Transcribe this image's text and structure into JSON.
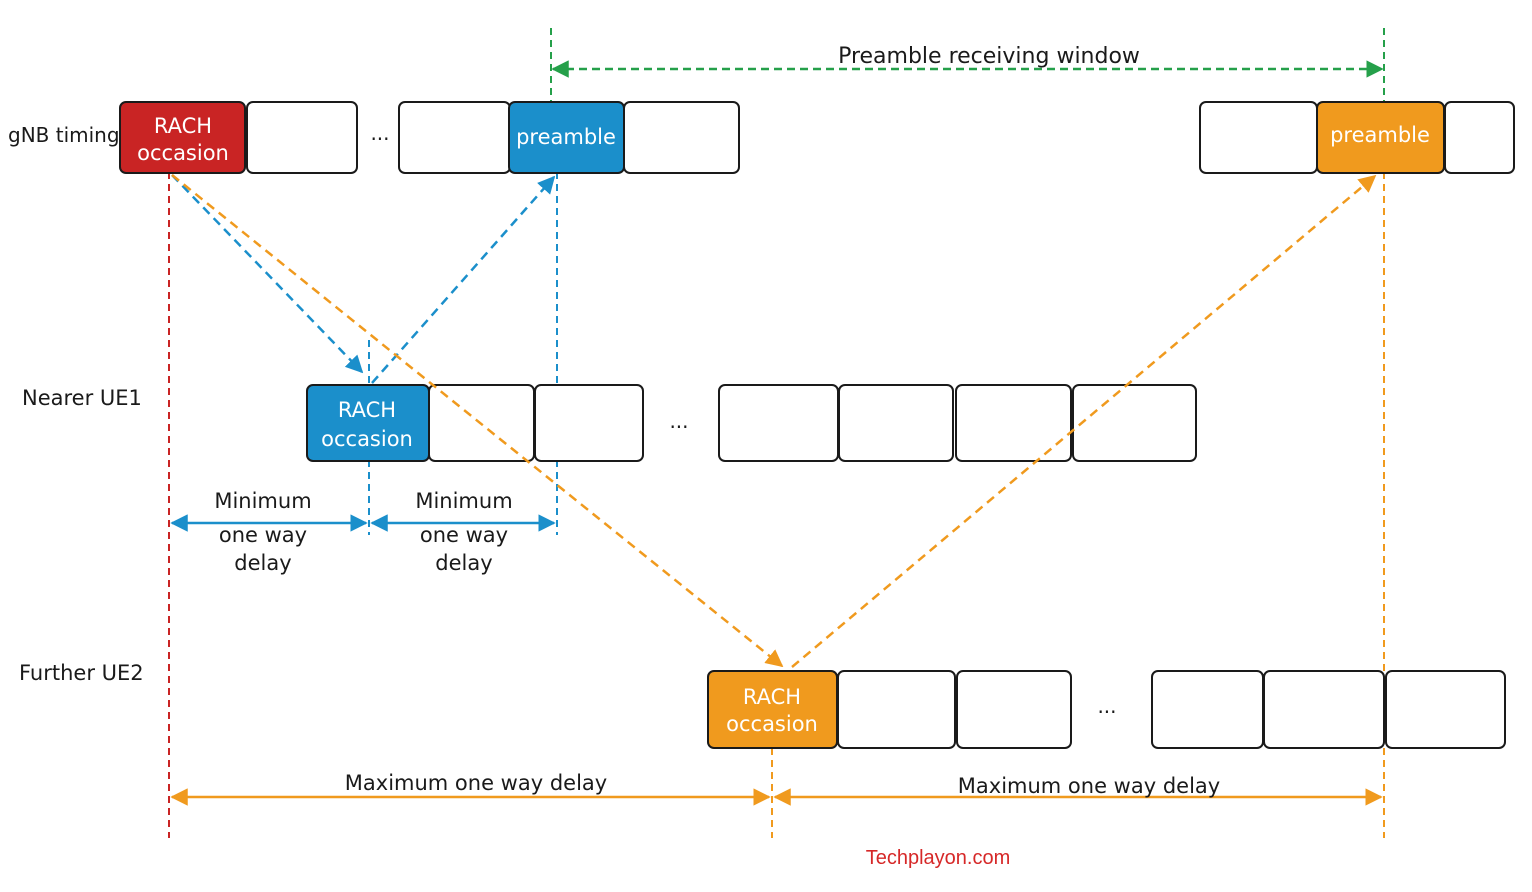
{
  "rows": {
    "gnb": "gNB timing",
    "ue1": "Nearer UE1",
    "ue2": "Further UE2"
  },
  "blocks": {
    "gnb_rach": [
      "RACH",
      "occasion"
    ],
    "gnb_preamble_1": "preamble",
    "gnb_preamble_2": "preamble",
    "ue1_rach": [
      "RACH",
      "occasion"
    ],
    "ue2_rach": [
      "RACH",
      "occasion"
    ]
  },
  "ellipsis": "...",
  "window_label": "Preamble receiving window",
  "min_delay_1": [
    "Minimum",
    "one way",
    "delay"
  ],
  "min_delay_2": [
    "Minimum",
    "one way",
    "delay"
  ],
  "max_delay_1": "Maximum one way delay",
  "max_delay_2": "Maximum one way delay",
  "watermark": "Techplayon.com",
  "colors": {
    "red": "#c92424",
    "blue": "#1b8fcb",
    "orange": "#f09a1e",
    "green": "#25a04a",
    "watermark": "#d62828"
  }
}
